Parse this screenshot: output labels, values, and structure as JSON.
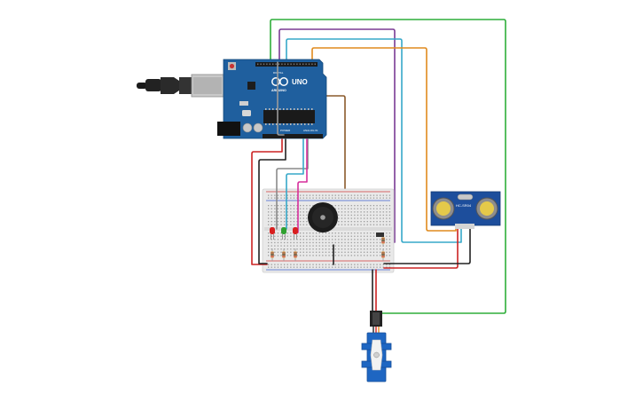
{
  "circuit": {
    "arduino": {
      "brand_text": "ARDUINO",
      "model_text": "UNO",
      "header_label_digital": "DIGITAL",
      "header_label_power": "POWER",
      "header_label_analog": "ANALOG IN",
      "board_color": "#1f5f9e"
    },
    "sensor": {
      "model_text": "HC-SR04",
      "board_color": "#1d4e9c"
    },
    "leds": [
      {
        "color": "#d81f1f"
      },
      {
        "color": "#2ea02e"
      },
      {
        "color": "#d81f1f"
      }
    ],
    "wire_colors": {
      "green": "#2fae3a",
      "purple": "#7a3a94",
      "cyan": "#36a8c9",
      "orange": "#e08a1e",
      "brown": "#8a5a2b",
      "magenta": "#d62f9c",
      "red": "#cc2222",
      "black": "#222222",
      "gray": "#8a8a8a"
    }
  }
}
